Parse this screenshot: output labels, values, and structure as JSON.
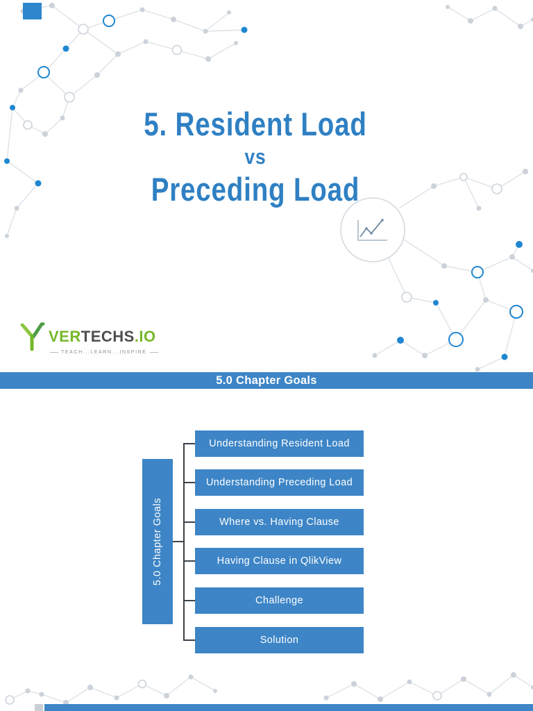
{
  "title": {
    "line1": "5. Resident Load",
    "line2": "vs",
    "line3": "Preceding Load"
  },
  "logo": {
    "part1": "VER",
    "part2": "TECHS",
    "part3": ".IO",
    "tagline": "TEACH...LEARN...INSPIRE"
  },
  "banner": {
    "text": "5.0 Chapter Goals"
  },
  "diagram": {
    "root": "5.0 Chapter Goals",
    "items": [
      "Understanding Resident Load",
      "Understanding Preceding Load",
      "Where vs. Having Clause",
      "Having Clause in QlikView",
      "Challenge",
      "Solution"
    ]
  },
  "colors": {
    "accent_blue": "#3d85c6",
    "title_blue": "#2f80c3",
    "dot_blue": "#1f86d1",
    "logo_green": "#76b82a",
    "logo_dark": "#4d4d4f",
    "deco_gray": "#ccd2d9"
  }
}
